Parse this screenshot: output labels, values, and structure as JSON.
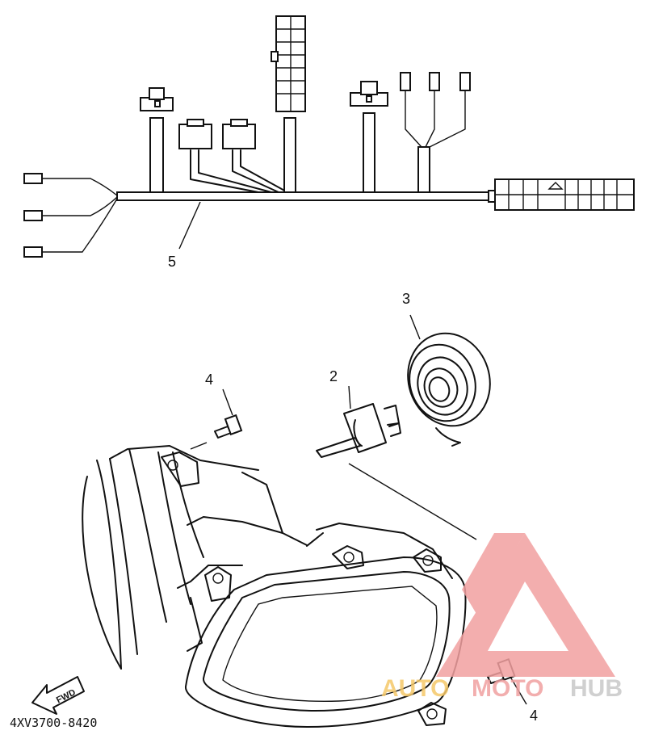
{
  "callouts": {
    "harness": "5",
    "socket": "3",
    "bulb": "2",
    "screw_top": "4",
    "screw_bottom": "4"
  },
  "fwd_arrow": {
    "label": "FWD"
  },
  "diagram_code": "4XV3700-8420",
  "watermark": {
    "text_a": "AUTO",
    "text_b": "MOTO",
    "text_c": "HUB",
    "colors": {
      "triangle": "#f2a0a0",
      "auto": "#f5c869",
      "moto": "#f0a0a0",
      "hub": "#c8c8c8"
    }
  }
}
